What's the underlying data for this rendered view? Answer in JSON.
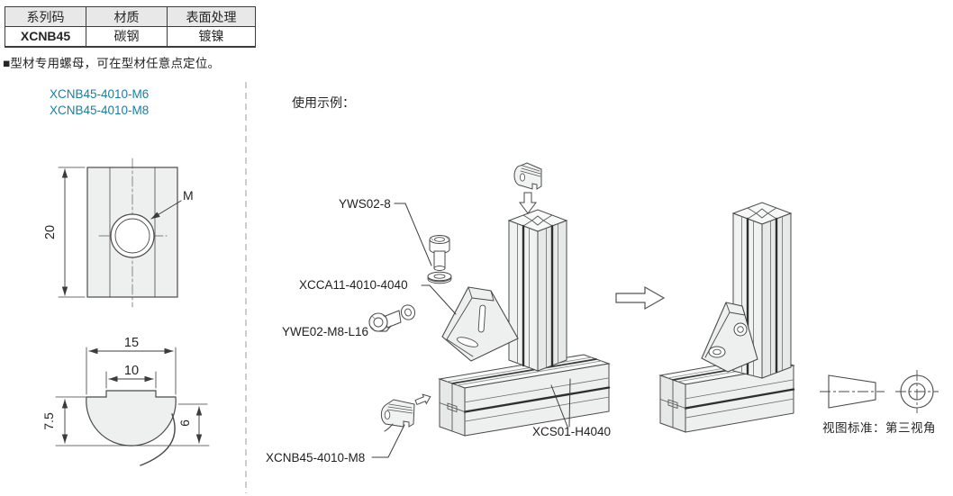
{
  "colors": {
    "accent": "#177fa3",
    "line": "#4a4a4a",
    "fill_light": "#f2f3f3",
    "table_header_bg": "#e8e8e8"
  },
  "spec_table": {
    "headers": [
      "系列码",
      "材质",
      "表面处理"
    ],
    "row": [
      "XCNB45",
      "碳钢",
      "镀镍"
    ]
  },
  "note": "■型材专用螺母，可在型材任意点定位。",
  "part_numbers": {
    "m6": "XCNB45-4010-M6",
    "m8": "XCNB45-4010-M8"
  },
  "dimensions": {
    "top_height": "20",
    "thread": "M",
    "section_width": "15",
    "section_slot": "10",
    "section_left_height": "7.5",
    "section_right_height": "6"
  },
  "usage_example": {
    "title": "使用示例：",
    "label_screw_set": "YWS02-8",
    "label_bracket": "XCCA11-4010-4040",
    "label_bolt": "YWE02-M8-L16",
    "label_nut": "XCNB45-4010-M8",
    "label_profile": "XCS01-H4040"
  },
  "view_standard_caption": "视图标准：第三视角"
}
